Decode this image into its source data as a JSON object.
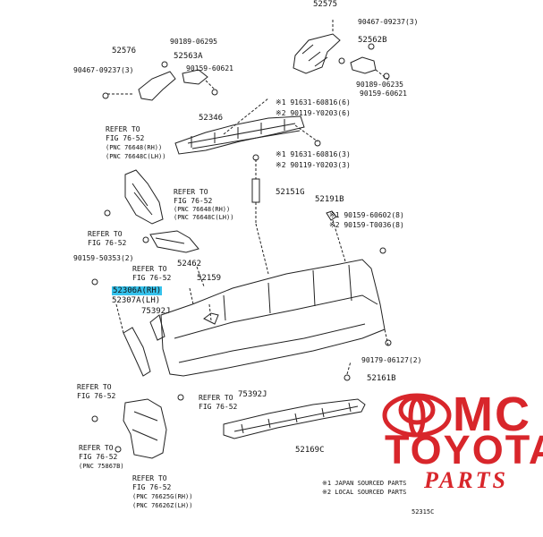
{
  "colors": {
    "line": "#222222",
    "highlight": "#35c2ec",
    "logo_red": "#d8262b"
  },
  "logo": {
    "mc": "MC",
    "toyota": "TOYOTA",
    "parts": "PARTS"
  },
  "labels": {
    "p52575": "52575",
    "p90467_top": "90467-09237(3)",
    "p52562b": "52562B",
    "p90189_top": "90189-06235",
    "p90159_right": "90159-60621",
    "p52576": "52576",
    "p90189_left": "90189-06295",
    "p90467_left": "90467-09237(3)",
    "p52563a": "52563A",
    "p90159_mid": "90159-60621",
    "p52346": "52346",
    "n91631_a": "※1 91631-60816(6)",
    "n90119_a": "※2 90119-Y0203(6)",
    "n91631_b": "※1 91631-60816(3)",
    "n90119_b": "※2 90119-Y0203(3)",
    "refer_a1": "REFER TO",
    "refer_a2": "FIG 76-52",
    "refer_a3": "(PNC 76648(RH))",
    "refer_a4": "(PNC 76648C(LH))",
    "refer_b1": "REFER TO",
    "refer_b2": "FIG 76-52",
    "refer_b3": "(PNC 76648(RH))",
    "refer_b4": "(PNC 76648C(LH))",
    "p52151g": "52151G",
    "p52191b": "52191B",
    "n90159_c": "※1 90159-60602(8)",
    "n90159_d": "※2 90159-T0036(8)",
    "refer_c1": "REFER TO",
    "refer_c2": "FIG 76-52",
    "p90159_50353": "90159-50353(2)",
    "p52462": "52462",
    "refer_d1": "REFER TO",
    "refer_d2": "FIG 76-52",
    "p52306a": "52306A(RH)",
    "p52307a": "52307A(LH)",
    "p52159": "52159",
    "p75392j_top": "75392J",
    "p90179": "90179-06127(2)",
    "p52161b": "52161B",
    "refer_e1": "REFER TO",
    "refer_e2": "FIG 76-52",
    "refer_f1": "REFER TO",
    "refer_f2": "FIG 76-52",
    "p75392j_bot": "75392J",
    "p52169c": "52169C",
    "refer_g1": "REFER TO",
    "refer_g2": "FIG 76-52",
    "refer_g3": "(PNC 75867B)",
    "refer_h1": "REFER TO",
    "refer_h2": "FIG 76-52",
    "refer_h3": "(PNC 76625G(RH))",
    "refer_h4": "(PNC 76626Z(LH))",
    "note1": "※1 JAPAN SOURCED PARTS",
    "note2": "※2 LOCAL SOURCED PARTS",
    "fig_id": "52315C"
  }
}
